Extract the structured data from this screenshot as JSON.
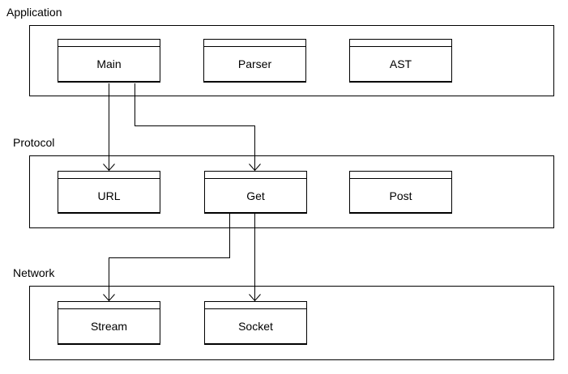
{
  "diagram": {
    "background_color": "#ffffff",
    "line_color": "#000000",
    "text_color": "#000000",
    "layers": [
      {
        "label": "Application",
        "boxes": [
          {
            "label": "Main"
          },
          {
            "label": "Parser"
          },
          {
            "label": "AST"
          }
        ]
      },
      {
        "label": "Protocol",
        "boxes": [
          {
            "label": "URL"
          },
          {
            "label": "Get"
          },
          {
            "label": "Post"
          }
        ]
      },
      {
        "label": "Network",
        "boxes": [
          {
            "label": "Stream"
          },
          {
            "label": "Socket"
          }
        ]
      }
    ],
    "connections": [
      {
        "from": "Main",
        "to": "URL"
      },
      {
        "from": "Main",
        "to": "Get"
      },
      {
        "from": "Get",
        "to": "Stream"
      },
      {
        "from": "Get",
        "to": "Socket"
      }
    ]
  }
}
